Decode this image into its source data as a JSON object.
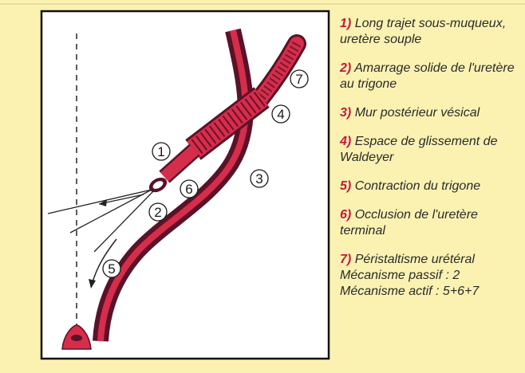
{
  "colors": {
    "background": "#fbf2b2",
    "panel": "#ffffff",
    "tissue_red": "#d62d4b",
    "tissue_dark": "#5a1228",
    "legend_number": "#c2193b",
    "text": "#2a2a2a"
  },
  "markers": [
    "1",
    "2",
    "3",
    "4",
    "5",
    "6",
    "7"
  ],
  "legend": {
    "items": [
      {
        "num": "1)",
        "text": "Long trajet sous-muqueux, uretère souple"
      },
      {
        "num": "2)",
        "text": "Amarrage solide de l'uretère au trigone"
      },
      {
        "num": "3)",
        "text": "Mur postérieur vésical"
      },
      {
        "num": "4)",
        "text": "Espace de glissement de Waldeyer"
      },
      {
        "num": "5)",
        "text": "Contraction du trigone"
      },
      {
        "num": "6)",
        "text": "Occlusion de l'uretère terminal"
      },
      {
        "num": "7)",
        "text": "Péristaltisme urétéral"
      }
    ],
    "summary": [
      "Mécanisme passif : 2",
      "Mécanisme actif : 5+6+7"
    ]
  }
}
